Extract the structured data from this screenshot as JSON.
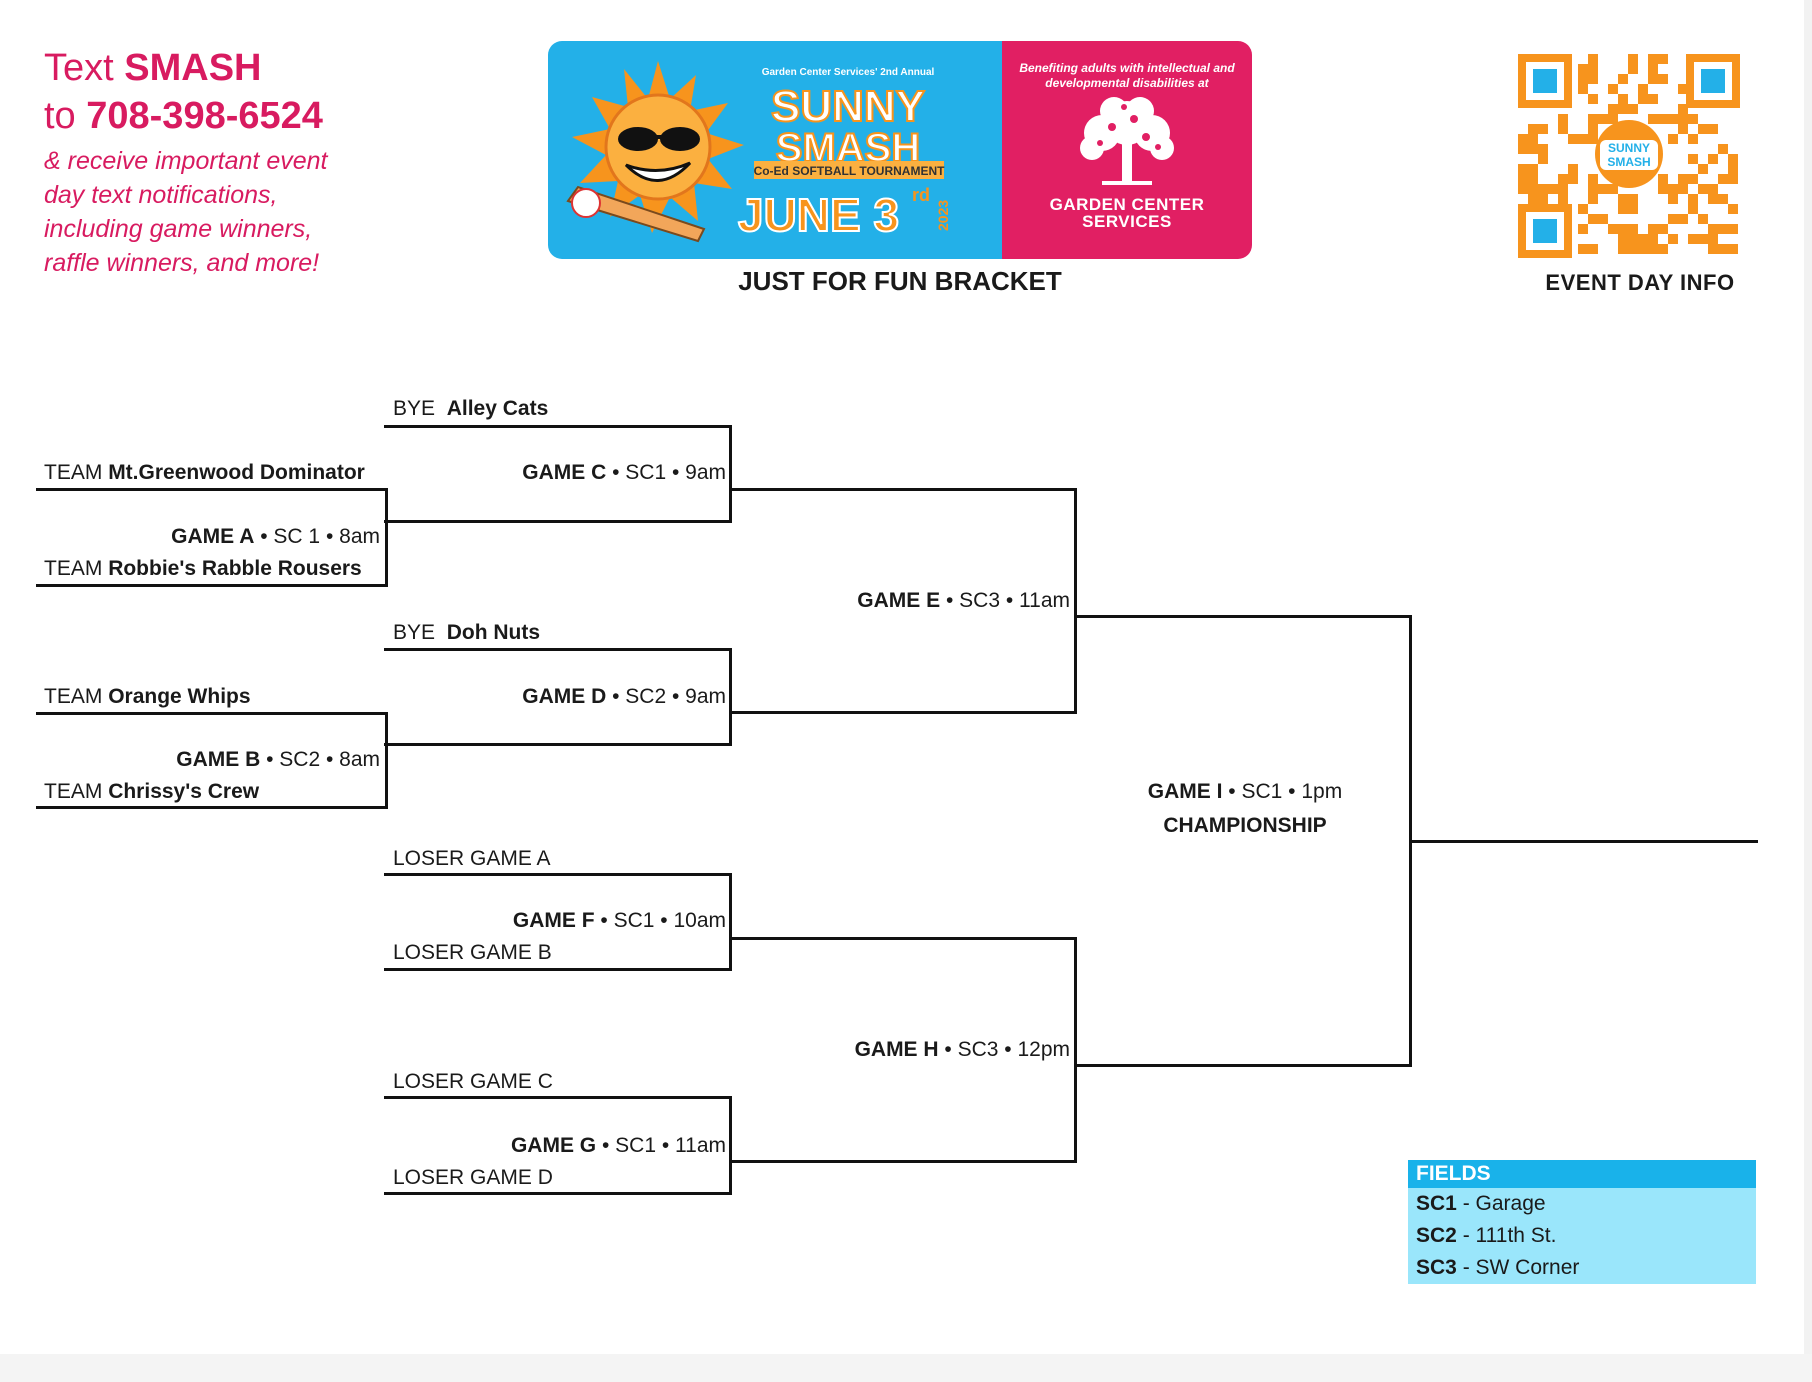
{
  "promo": {
    "line1_prefix": "Text ",
    "line1_keyword": "SMASH",
    "line2_prefix": "to ",
    "phone": "708-398-6524",
    "note": "& receive important event day text notifications, including game winners, raffle winners, and more!"
  },
  "banner": {
    "top_line": "Garden Center Services' 2nd Annual",
    "word1": "SUNNY",
    "word2": "SMASH",
    "subtitle": "Co-Ed SOFTBALL TOURNAMENT",
    "date": "JUNE 3",
    "date_suffix": "rd",
    "year": "2023",
    "benefit_text": "Benefiting adults with intellectual and developmental disabilities at",
    "org_line1": "GARDEN CENTER",
    "org_line2": "SERVICES",
    "colors": {
      "sky": "#23b0e8",
      "magenta": "#e11f63",
      "sun": "#f7941d"
    }
  },
  "title": "JUST FOR FUN BRACKET",
  "qr": {
    "badge_line1": "SUNNY",
    "badge_line2": "SMASH",
    "label": "EVENT DAY INFO",
    "color": "#f7941d",
    "accent": "#23b0e8"
  },
  "bracket": {
    "bye_c_prefix": "BYE",
    "bye_c_team": "Alley Cats",
    "team1_prefix": "TEAM",
    "team1_name": "Mt.Greenwood Dominator",
    "game_c": {
      "name": "GAME C",
      "info": " • SC1 • 9am"
    },
    "game_a": {
      "name": "GAME A",
      "info": " • SC 1 • 8am"
    },
    "team2_prefix": "TEAM",
    "team2_name": "Robbie's Rabble Rousers",
    "game_e": {
      "name": "GAME E",
      "info": " • SC3 • 11am"
    },
    "bye_d_prefix": "BYE",
    "bye_d_team": "Doh Nuts",
    "team3_prefix": "TEAM",
    "team3_name": "Orange Whips",
    "game_d": {
      "name": "GAME D",
      "info": " • SC2 • 9am"
    },
    "game_b": {
      "name": "GAME B",
      "info": " • SC2 • 8am"
    },
    "team4_prefix": "TEAM",
    "team4_name": "Chrissy's Crew",
    "game_i": {
      "name": "GAME I",
      "info": " • SC1 • 1pm"
    },
    "championship": "CHAMPIONSHIP",
    "loser_a": "LOSER GAME A",
    "game_f": {
      "name": "GAME F",
      "info": " • SC1 • 10am"
    },
    "loser_b": "LOSER GAME B",
    "game_h": {
      "name": "GAME H",
      "info": " • SC3 • 12pm"
    },
    "loser_c": "LOSER GAME C",
    "game_g": {
      "name": "GAME G",
      "info": " • SC1 • 11am"
    },
    "loser_d": "LOSER GAME D"
  },
  "fields": {
    "header": "FIELDS",
    "items": [
      {
        "code": "SC1",
        "desc": " - Garage"
      },
      {
        "code": "SC2",
        "desc": " - 111th St."
      },
      {
        "code": "SC3",
        "desc": " - SW Corner"
      }
    ]
  }
}
